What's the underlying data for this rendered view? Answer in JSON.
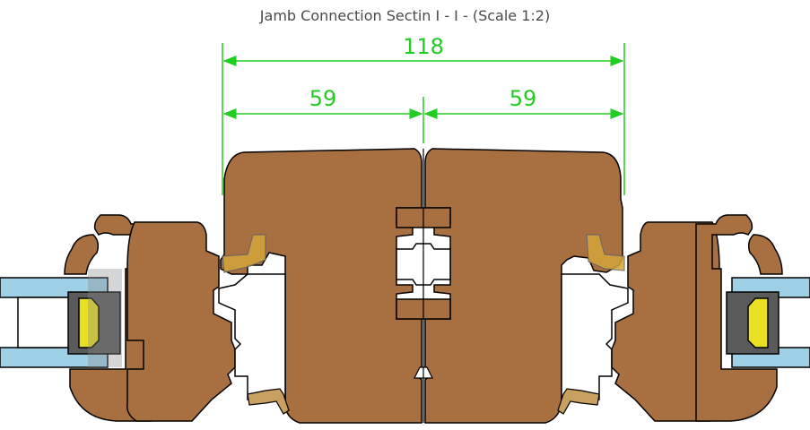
{
  "title": "Jamb Connection Sectin I - I  - (Scale 1:2)",
  "dimensions": {
    "overall": "118",
    "left": "59",
    "right": "59"
  },
  "colors": {
    "wood": "#a87040",
    "dimension": "#22cc22",
    "glass": "#9ed0e6",
    "glazing_bead_seal": "#e8e020",
    "gasket": "#555555",
    "seal_transparent": "#d4a63c",
    "outline": "#000000"
  }
}
